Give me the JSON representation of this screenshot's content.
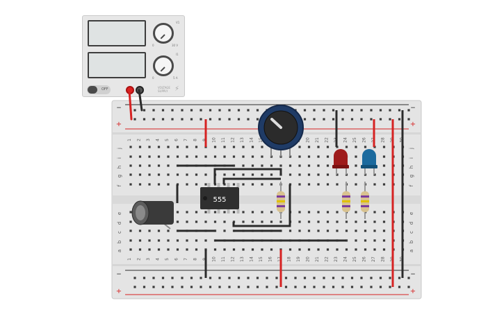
{
  "power_supply": {
    "v_label": "V1",
    "i_label": "I1",
    "v_min": "0",
    "v_max": "30 V",
    "i_min": "0",
    "i_max": "5 A",
    "switch_label": "OFF",
    "device_label": "VOLTAGE SUPPLY"
  },
  "breadboard": {
    "column_numbers": [
      "1",
      "2",
      "3",
      "4",
      "5",
      "6",
      "7",
      "8",
      "9",
      "10",
      "11",
      "12",
      "13",
      "14",
      "15",
      "16",
      "17",
      "18",
      "19",
      "20",
      "21",
      "22",
      "23",
      "24",
      "25",
      "26",
      "27",
      "28",
      "29",
      "30"
    ],
    "rows_top": [
      "j",
      "i",
      "h",
      "g",
      "f"
    ],
    "rows_bottom": [
      "e",
      "d",
      "c",
      "b",
      "a"
    ],
    "rail_plus": "+",
    "rail_minus": "−"
  },
  "ic": {
    "label": "555"
  },
  "colors": {
    "board": "#e4e4e4",
    "hole": "#3a3a3a",
    "wire_red": "#d62222",
    "wire_black": "#2b2b2b",
    "led_red": "#9e1b1b",
    "led_blue": "#1b6a9e",
    "pot": "#1f3b66"
  }
}
